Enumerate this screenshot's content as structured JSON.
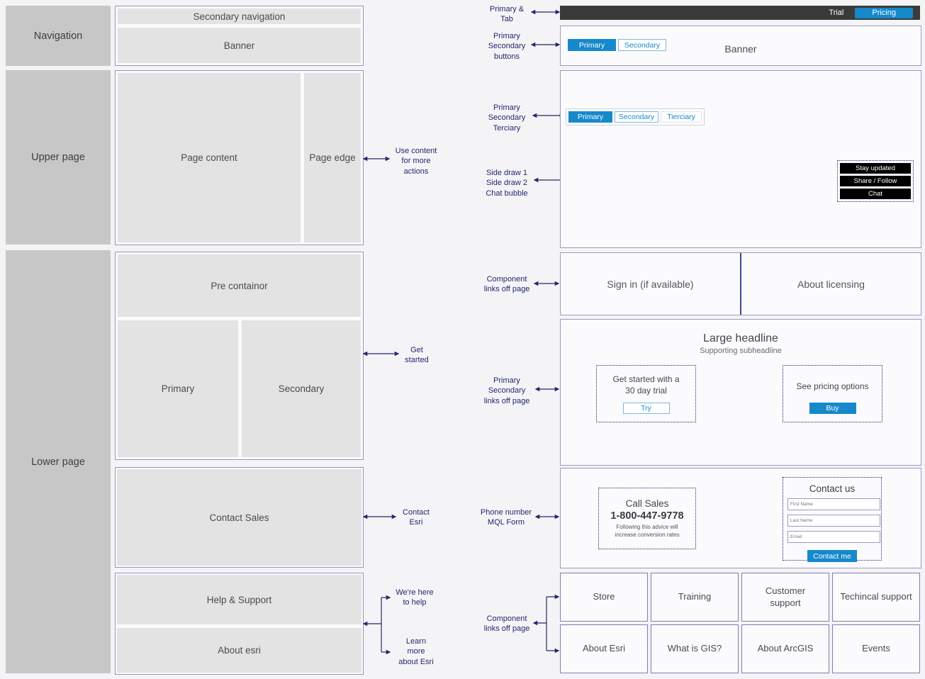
{
  "colors": {
    "accent": "#1689cb",
    "navy": "#23266f",
    "topbar_bg": "#3a3a3a"
  },
  "wireframe": {
    "navigation": "Navigation",
    "secondary_navigation": "Secondary navigation",
    "banner": "Banner",
    "upper_page": "Upper page",
    "page_content": "Page content",
    "page_edge": "Page edge",
    "lower_page": "Lower page",
    "pre_container": "Pre containor",
    "primary": "Primary",
    "secondary": "Secondary",
    "contact_sales": "Contact Sales",
    "help_support": "Help & Support",
    "about_esri": "About esri"
  },
  "annotations": {
    "primary_tab": "Primary &\nTab",
    "primary_secondary_buttons": "Primary\nSecondary\nbuttons",
    "primary_secondary_terciary": "Primary\nSecondary\nTerciary",
    "side_draws": "Side draw 1\nSide draw 2\nChat bubble",
    "use_content": "Use content\nfor more\nactions",
    "get_started": "Get\nstarted",
    "component_links_signin": "Component\nlinks off page",
    "primary_secondary_links": "Primary\nSecondary\nlinks off page",
    "contact_esri": "Contact\nEsri",
    "phone_mql": "Phone number\nMQL Form",
    "were_here": "We're here\nto help",
    "learn_more": "Learn\nmore\nabout Esri",
    "component_links_footer": "Component\nlinks off page"
  },
  "mock": {
    "topbar": {
      "trial": "Trial",
      "pricing": "Pricing"
    },
    "banner": {
      "primary": "Primary",
      "secondary": "Secondary",
      "title": "Banner"
    },
    "content": {
      "primary": "Primary",
      "secondary": "Secondary",
      "terciary": "Tierciary",
      "side_draw": [
        "Stay updated",
        "Share / Follow",
        "Chat"
      ]
    },
    "links": {
      "signin": "Sign in (if available)",
      "licensing": "About licensing"
    },
    "headline": {
      "title": "Large headline",
      "subtitle": "Supporting subheadline",
      "trial_text": "Get started with a 30 day trial",
      "trial_button": "Try",
      "pricing_text": "See pricing options",
      "pricing_button": "Buy"
    },
    "contact": {
      "call_title": "Call Sales",
      "phone": "1-800-447-9778",
      "note": "Following this advice will increase conversion rates",
      "form_title": "Contact us",
      "fields": [
        "First Name",
        "Last Name",
        "Email"
      ],
      "submit": "Contact me"
    },
    "footer": {
      "row1": [
        "Store",
        "Training",
        "Customer support",
        "Techincal support"
      ],
      "row2": [
        "About Esri",
        "What is GIS?",
        "About ArcGIS",
        "Events"
      ]
    }
  }
}
